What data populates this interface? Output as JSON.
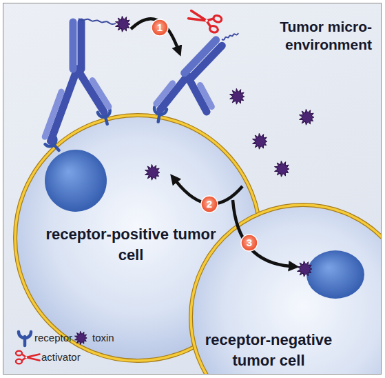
{
  "diagram": {
    "nodes": [
      {
        "text": [
          "receptor-positive tumor cell"
        ]
      },
      {
        "text": [
          "receptor-negative tumor cell"
        ]
      }
    ],
    "labels": [
      "Tumor micro- environment",
      "1",
      "2",
      "3"
    ],
    "legend": [
      {
        "text": "receptor"
      },
      {
        "text": "toxin"
      },
      {
        "text": "activator"
      }
    ]
  }
}
